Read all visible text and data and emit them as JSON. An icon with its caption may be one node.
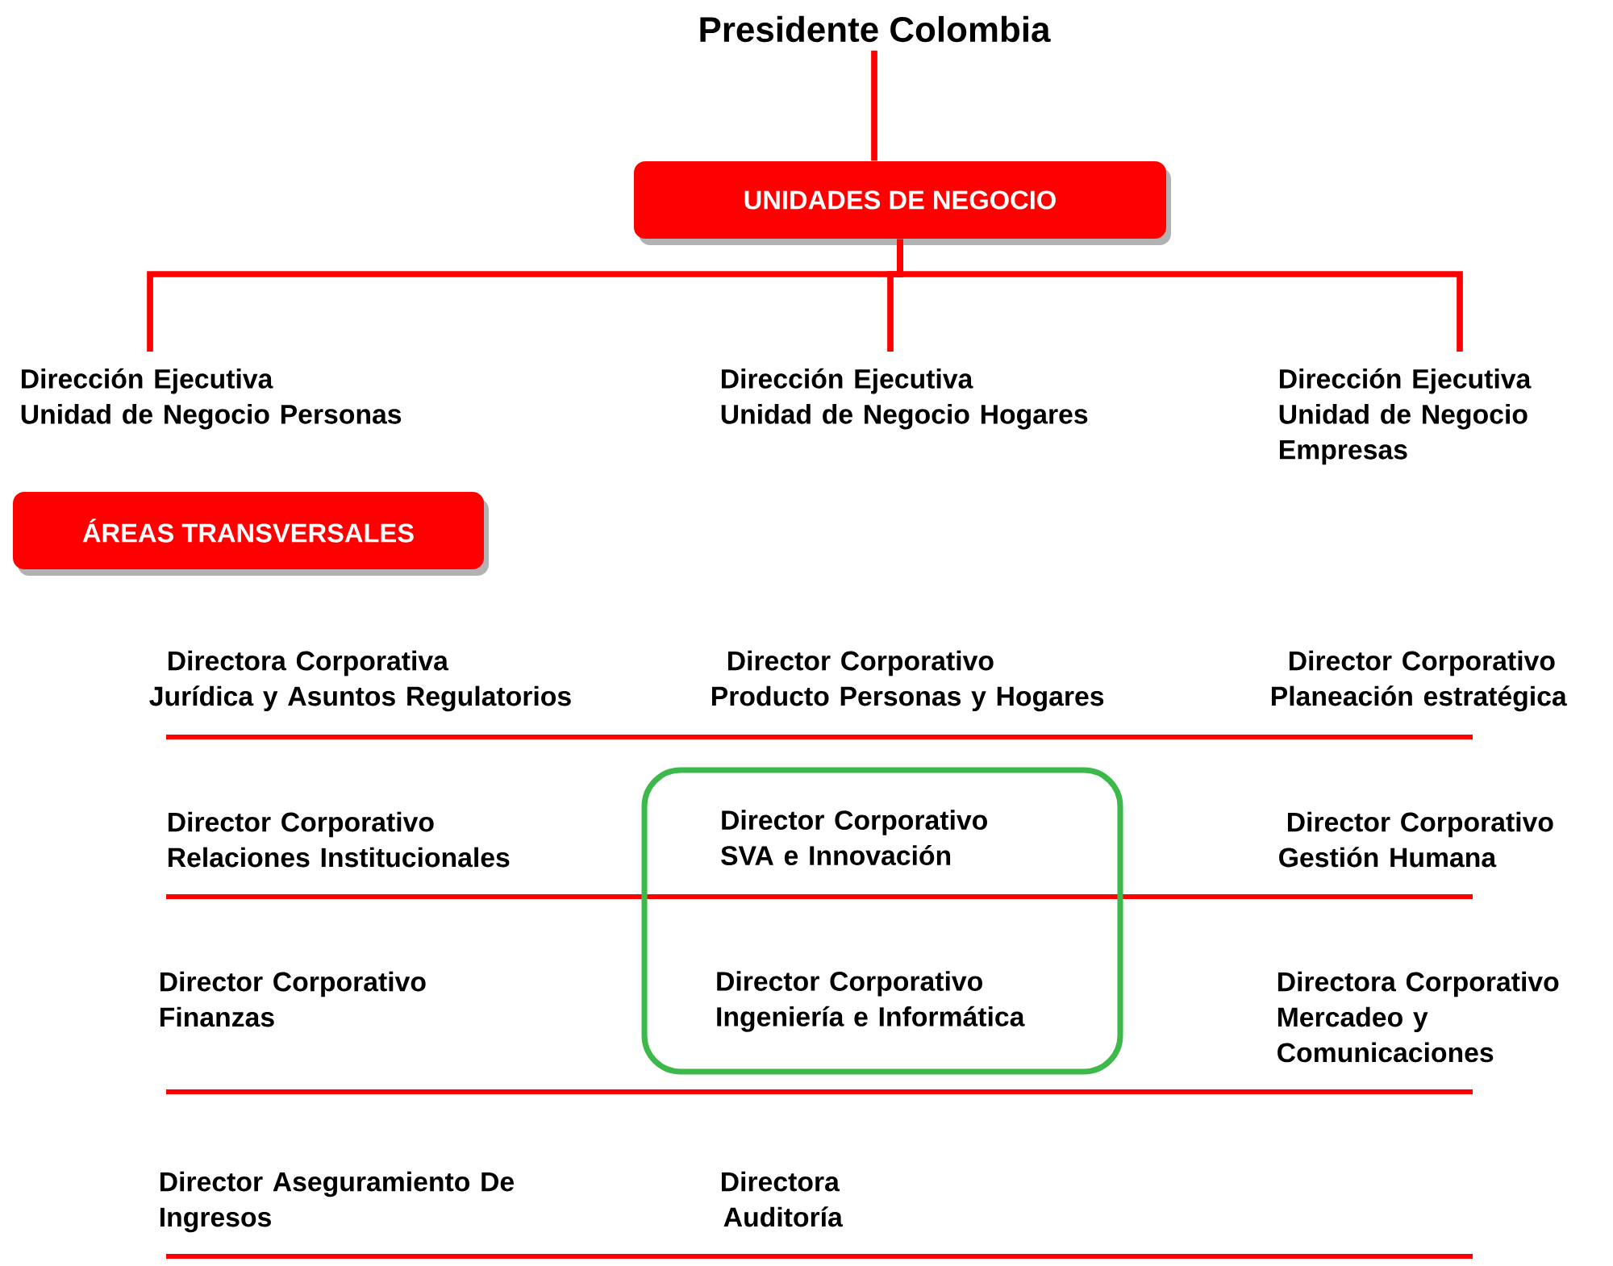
{
  "diagram": {
    "nodes": [
      {
        "text": [
          "Presidente Colombia"
        ]
      },
      {
        "text": [
          "UNIDADES DE NEGOCIO"
        ]
      },
      {
        "text": [
          "Dirección Ejecutiva Unidad de Negocio Personas"
        ]
      },
      {
        "text": [
          "Dirección Ejecutiva Unidad de Negocio Hogares"
        ]
      },
      {
        "text": [
          "Dirección Ejecutiva Unidad de Negocio Empresas"
        ]
      },
      {
        "text": [
          "ÁREAS TRANSVERSALES"
        ]
      },
      {
        "text": [
          "Director Corporativo SVA e Innovación",
          "Director Corporativo Ingeniería e Informática"
        ]
      }
    ],
    "edges": [
      {
        "from": 0,
        "to": 1,
        "arrow": "none"
      },
      {
        "from": 1,
        "to": 2,
        "arrow": "none"
      },
      {
        "from": 1,
        "to": 3,
        "arrow": "none"
      },
      {
        "from": 1,
        "to": 4,
        "arrow": "none"
      }
    ],
    "labels": [
      "Directora Corporativa Jurídica y Asuntos Regulatorios",
      "Director Corporativo Producto Personas y Hogares",
      "Director Corporativo Planeación estratégica",
      "Director Corporativo Relaciones Institucionales",
      "Director Corporativo Gestión Humana",
      "Director Corporativo Finanzas",
      "Directora Corporativo Mercadeo y Comunicaciones",
      "Director Aseguramiento De Ingresos",
      "Directora Auditoría"
    ]
  }
}
